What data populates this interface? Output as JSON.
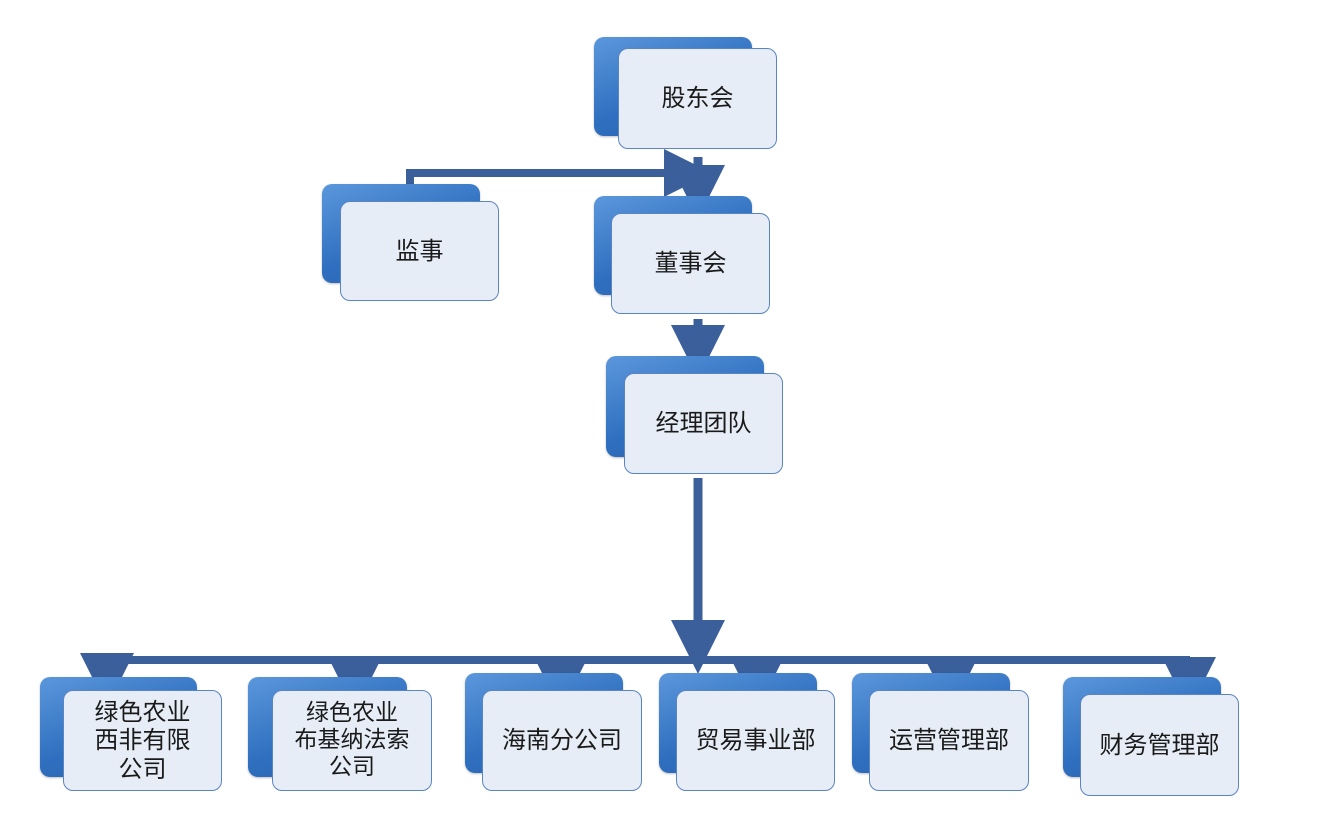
{
  "colors": {
    "connector": "#3b5f9a",
    "box_back": "#2f6fbf",
    "box_front": "#e7edf6",
    "box_border": "#5b84c2"
  },
  "nodes": {
    "shareholders": "股东会",
    "supervisor": "监事",
    "board": "董事会",
    "management": "经理团队",
    "west_africa": [
      "绿色农业",
      "西非有限",
      "公司"
    ],
    "burkina_faso": [
      "绿色农业",
      "布基纳法索",
      "公司"
    ],
    "hainan": "海南分公司",
    "trade": "贸易事业部",
    "operations": "运营管理部",
    "finance": "财务管理部"
  }
}
